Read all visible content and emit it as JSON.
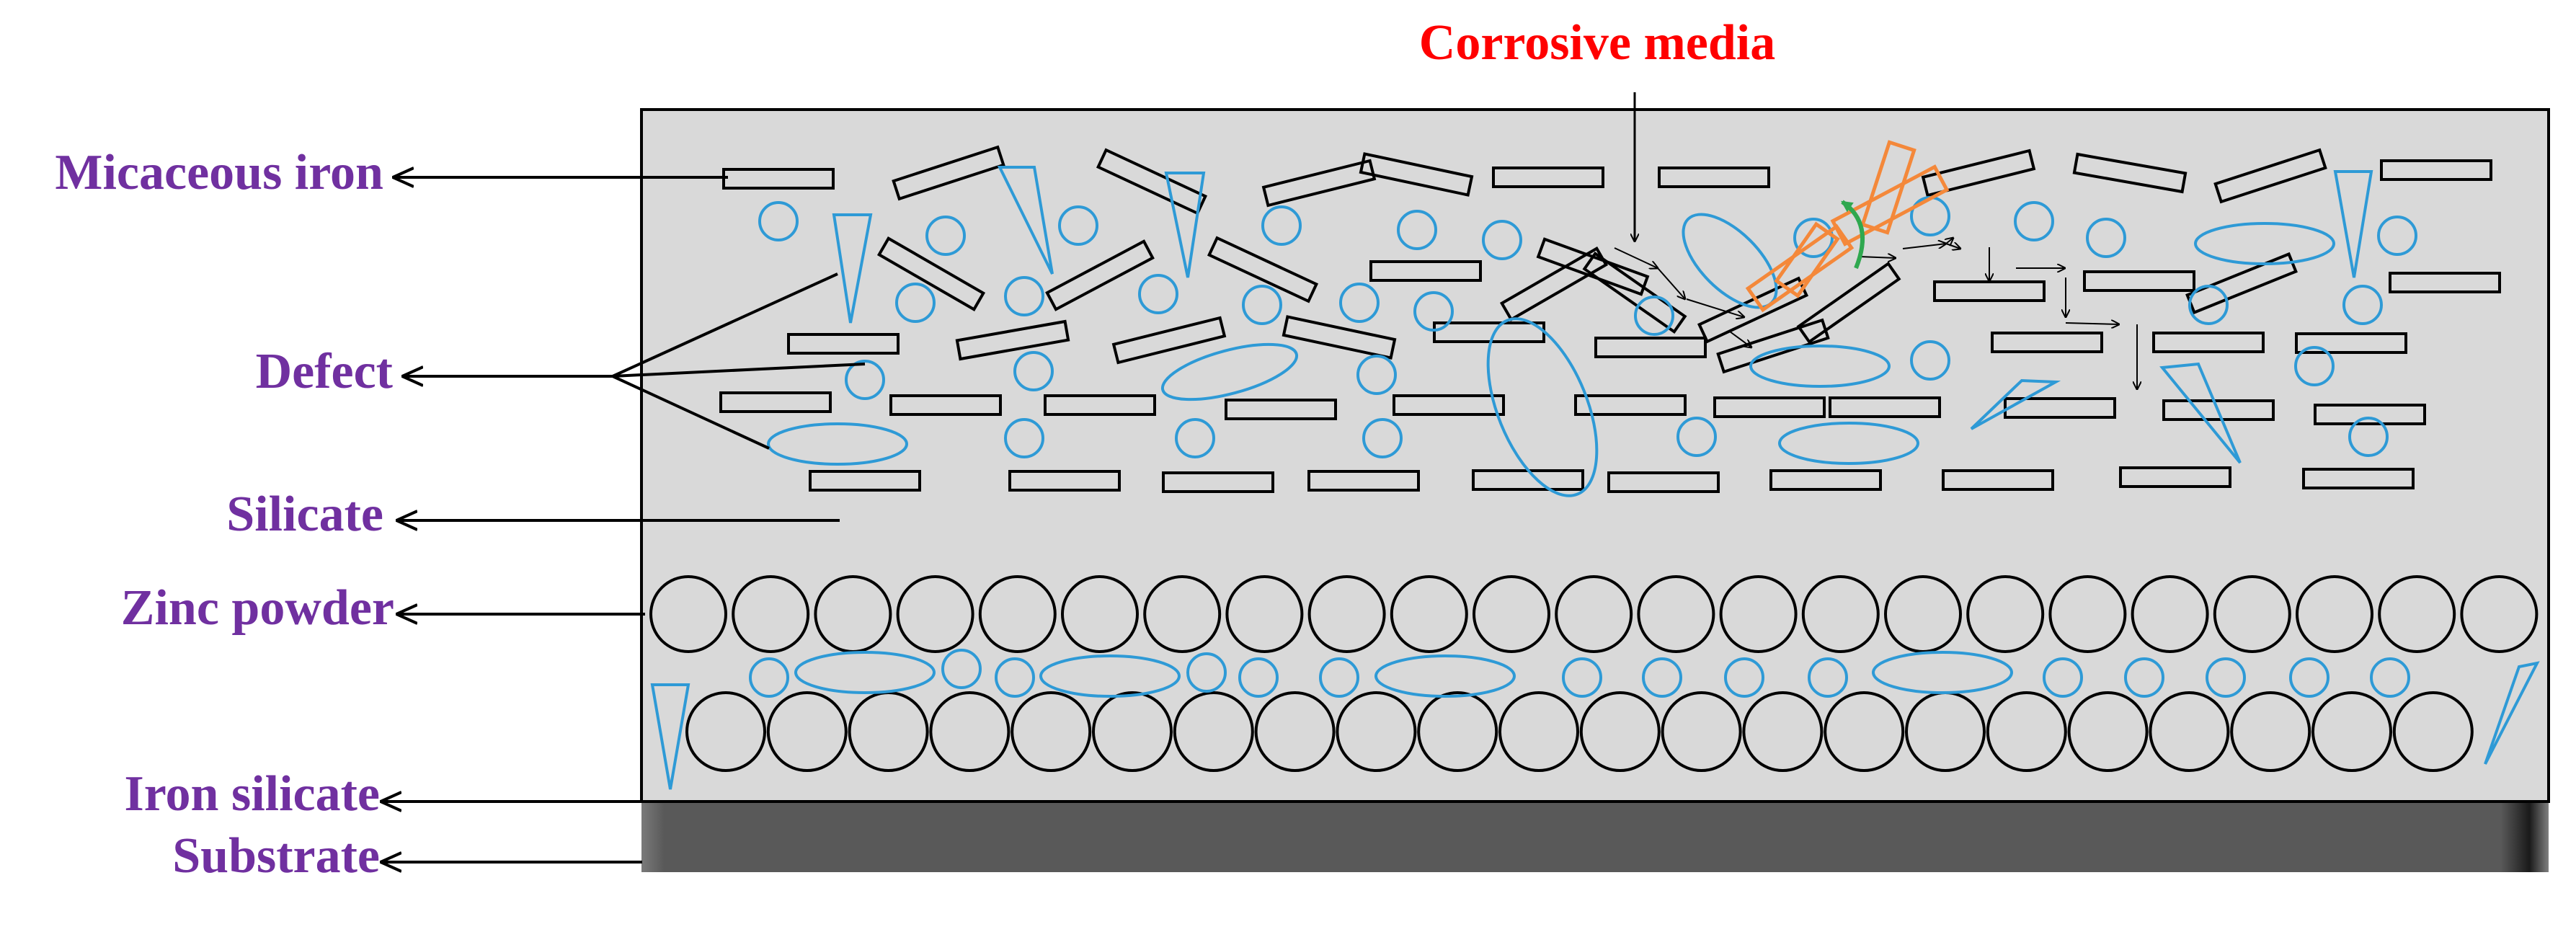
{
  "labels": {
    "corrosive_media": "Corrosive media",
    "micaceous_iron": "Micaceous iron",
    "defect": "Defect",
    "silicate": "Silicate",
    "zinc_powder": "Zinc powder",
    "iron_silicate": "Iron silicate",
    "substrate": "Substrate"
  },
  "colors": {
    "label_purple": "#7030A0",
    "corrosive_red": "#FF0000",
    "defect_blue": "#2E9AD6",
    "coating_grey": "#D9D9D9",
    "substrate_dark": "#595959",
    "blocked_orange": "#F4883A",
    "deflect_green": "#2FA84F",
    "outline_black": "#000000"
  }
}
